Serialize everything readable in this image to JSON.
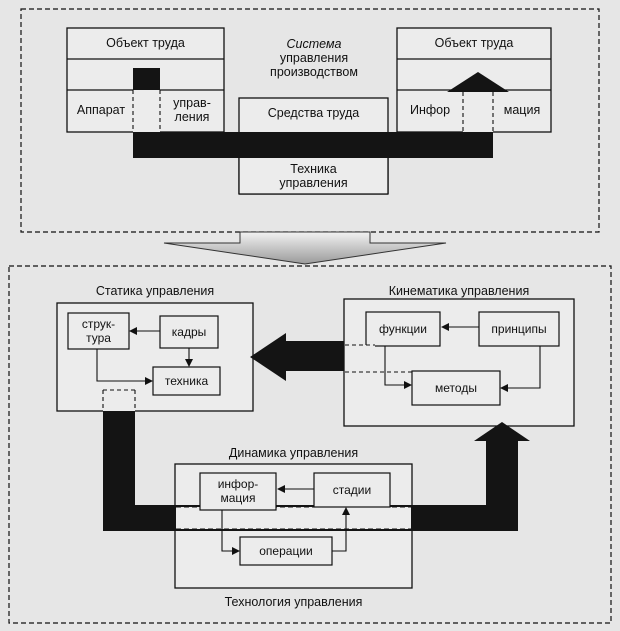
{
  "top": {
    "object_left": "Объект труда",
    "object_right": "Объект труда",
    "system": [
      "Система",
      "управления",
      "производством"
    ],
    "apparatus_a": "Аппарат",
    "apparatus_b": "управ-",
    "apparatus_c": "ления",
    "means": "Средства труда",
    "info_a": "Инфор",
    "info_b": "мация",
    "technique": [
      "Техника",
      "управления"
    ]
  },
  "bottom": {
    "statics": {
      "title": "Статика управления",
      "structure": [
        "струк-",
        "тура"
      ],
      "staff": "кадры",
      "technique": "техника"
    },
    "kinematics": {
      "title": "Кинематика управления",
      "functions": "функции",
      "principles": "принципы",
      "methods": "методы"
    },
    "dynamics": {
      "title": "Динамика управления",
      "information": [
        "инфор-",
        "мация"
      ],
      "stages": "стадии",
      "operations": "операции"
    },
    "technology": "Технология управления"
  },
  "colors": {
    "background": "#e6e6e6",
    "ink": "#111111",
    "box": "#ececec",
    "arrow": "#141414"
  }
}
